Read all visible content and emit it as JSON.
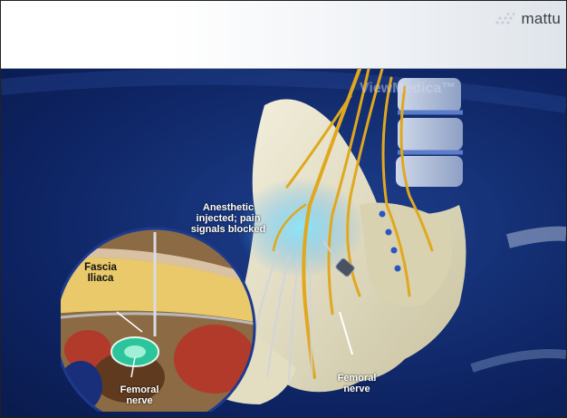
{
  "header": {
    "logo_text": "mattu"
  },
  "figure": {
    "watermark": "ViewMedica™",
    "callout": [
      "Anesthetic",
      "injected; pain",
      "signals blocked"
    ],
    "label_femoral_main": [
      "Femoral",
      "nerve"
    ],
    "inset": {
      "label_fascia": [
        "Fascia",
        "Iliaca"
      ],
      "label_femoral": [
        "Femoral",
        "nerve"
      ]
    }
  },
  "colors": {
    "header_bg": "#ffffff",
    "stage_bg": "#142f73",
    "nerve": "#e0a81e",
    "bone": "#e9e3c8"
  }
}
